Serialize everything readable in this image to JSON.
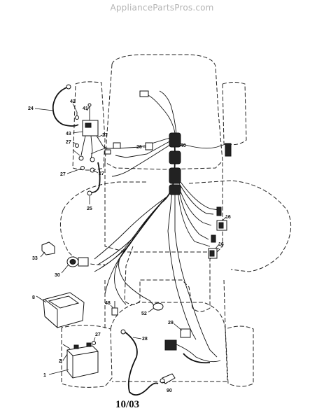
{
  "header": {
    "watermark": "AppliancePartsPros.com"
  },
  "footer": {
    "date_code": "10/03"
  },
  "callouts": {
    "c24": "24",
    "c42": "42",
    "c41": "41",
    "c43": "43",
    "c27a": "27",
    "c27b": "27",
    "c27c": "27",
    "c27d": "27",
    "c27e": "27",
    "c25": "25",
    "c26": "26",
    "c40": "40",
    "c16a": "16",
    "c16b": "16",
    "c33": "33",
    "c30": "30",
    "c8": "8",
    "c48": "48",
    "c52": "52",
    "c29": "29",
    "c28": "28",
    "c2": "2",
    "c1": "1",
    "c90": "90"
  }
}
